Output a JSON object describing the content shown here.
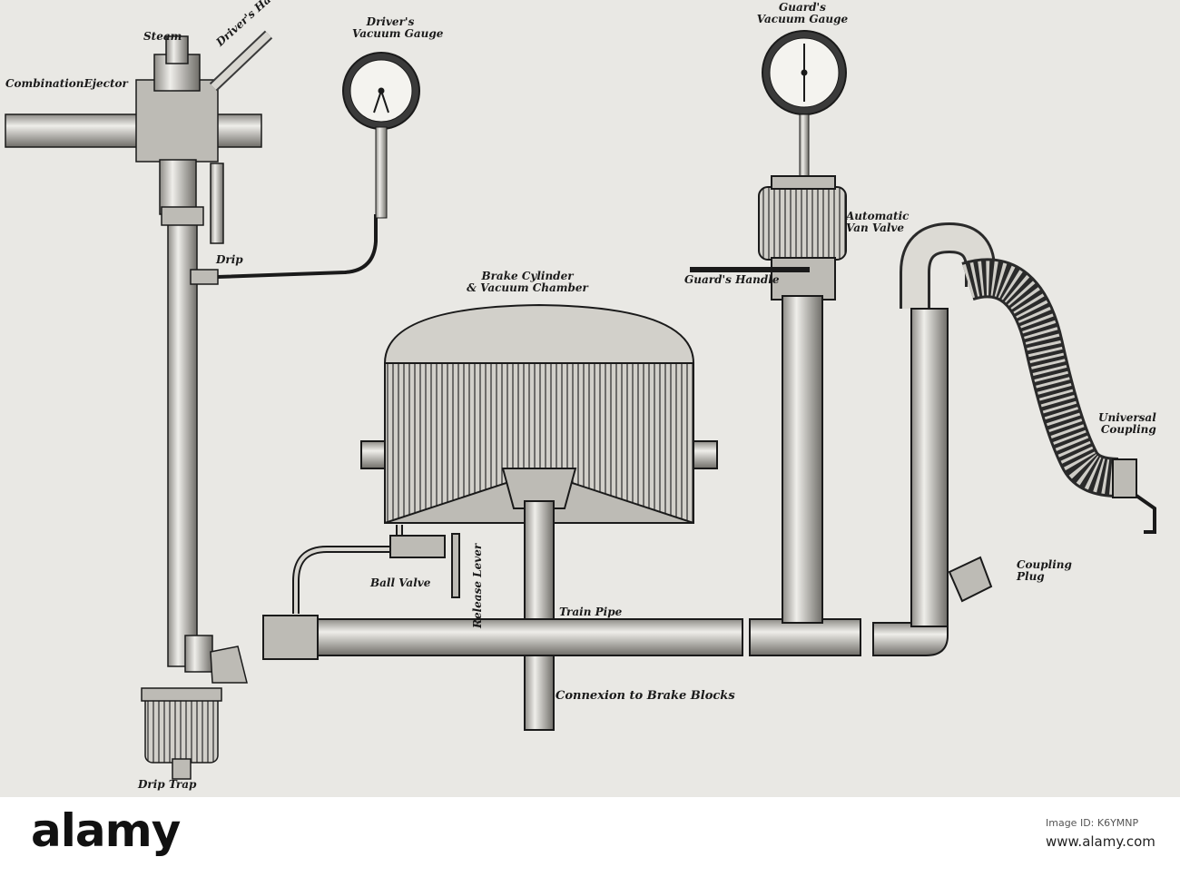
{
  "diagram": {
    "labels": {
      "steam": "Steam",
      "combination_ejector": "CombinationEjector",
      "drivers_handle": "Driver's Handle",
      "drivers_vacuum_gauge_1": "Driver's",
      "drivers_vacuum_gauge_2": "Vacuum Gauge",
      "guards_vacuum_gauge_1": "Guard's",
      "guards_vacuum_gauge_2": "Vacuum Gauge",
      "automatic_van_valve_1": "Automatic",
      "automatic_van_valve_2": "Van Valve",
      "guards_handle": "Guard's Handle",
      "drip": "Drip",
      "brake_cylinder_1": "Brake Cylinder",
      "brake_cylinder_2": "& Vacuum Chamber",
      "universal_coupling_1": "Universal",
      "universal_coupling_2": "Coupling",
      "coupling_plug_1": "Coupling",
      "coupling_plug_2": "Plug",
      "ball_valve": "Ball Valve",
      "release_lever": "Release Lever",
      "train_pipe": "Train Pipe",
      "connexion": "Connexion to Brake Blocks",
      "drip_trap": "Drip Trap"
    },
    "colors": {
      "background": "#e9e8e4",
      "ink": "#1a1a1a",
      "metal": "#c9c7c1"
    }
  },
  "watermark": {
    "brand": "alamy",
    "caption": "Image ID: K6YMNP",
    "url": "www.alamy.com"
  }
}
